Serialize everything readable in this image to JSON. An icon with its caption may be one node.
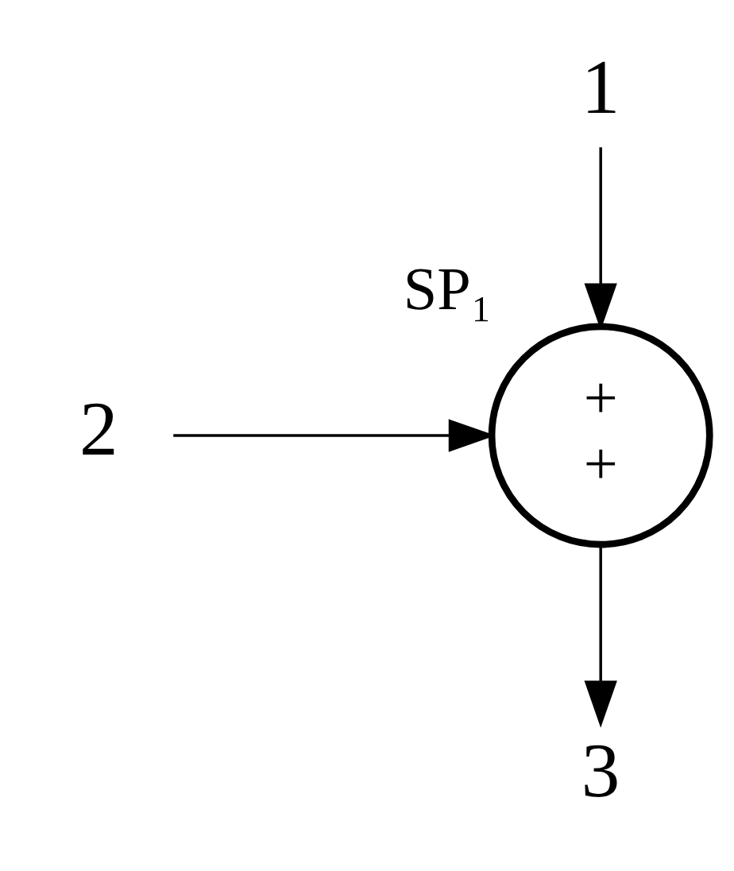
{
  "diagram": {
    "nodes": [
      {
        "text": [
          "1"
        ]
      },
      {
        "text": [
          "2"
        ]
      },
      {
        "text": [
          "+",
          "+"
        ],
        "beside": [
          "SP₁"
        ]
      },
      {
        "text": [
          "3"
        ]
      }
    ],
    "edges": [
      {
        "from": 0,
        "to": 2,
        "arrow": "to"
      },
      {
        "from": 1,
        "to": 2,
        "arrow": "to"
      },
      {
        "from": 2,
        "to": 3,
        "arrow": "to"
      }
    ]
  }
}
